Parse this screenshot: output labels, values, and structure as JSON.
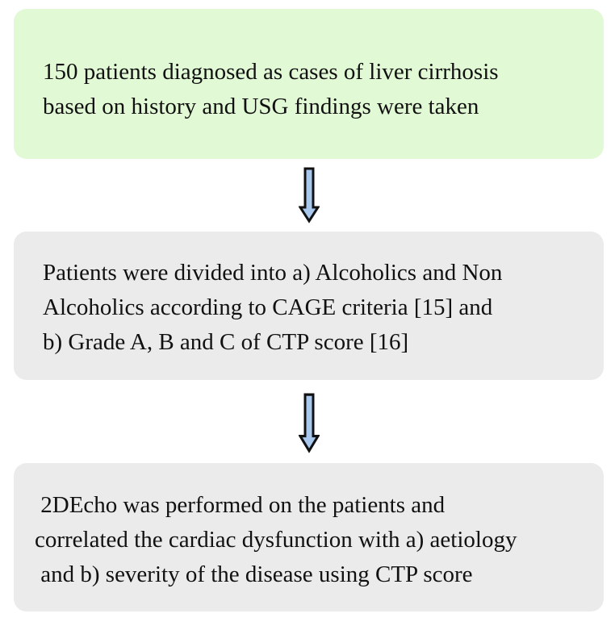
{
  "boxes": [
    {
      "lines": [
        "150 patients diagnosed as cases of liver cirrhosis",
        "based on history and USG findings were taken"
      ]
    },
    {
      "lines": [
        "Patients were divided into a) Alcoholics and Non",
        "Alcoholics according to CAGE criteria [15] and",
        "b) Grade A, B and C of CTP score [16]"
      ]
    },
    {
      "lines": [
        " 2DEcho was performed on the patients and",
        "correlated the cardiac dysfunction with a) aetiology",
        " and b) severity of the disease using CTP score"
      ]
    }
  ],
  "colors": {
    "box1": "#e2f9d6",
    "box2": "#ebebeb",
    "arrow_fill": "#a9c8ee"
  }
}
